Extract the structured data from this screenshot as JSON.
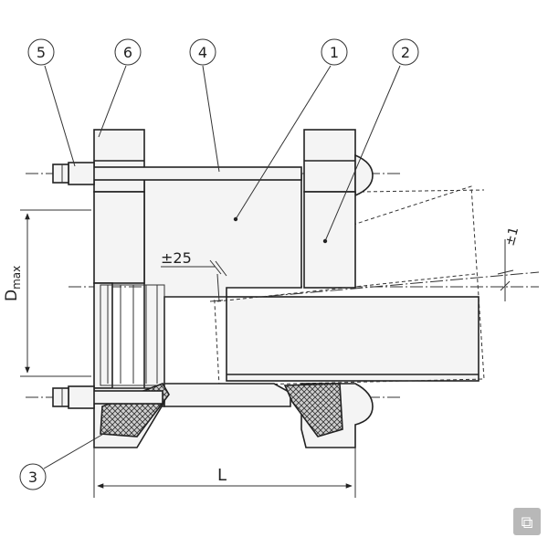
{
  "callouts": {
    "c1": "1",
    "c2": "2",
    "c3": "3",
    "c4": "4",
    "c5": "5",
    "c6": "6"
  },
  "dimensions": {
    "length": "L",
    "diameter": "D",
    "diameter_sub": "max",
    "angle": "±25",
    "deflection": "±1"
  },
  "watermark": "⧉"
}
